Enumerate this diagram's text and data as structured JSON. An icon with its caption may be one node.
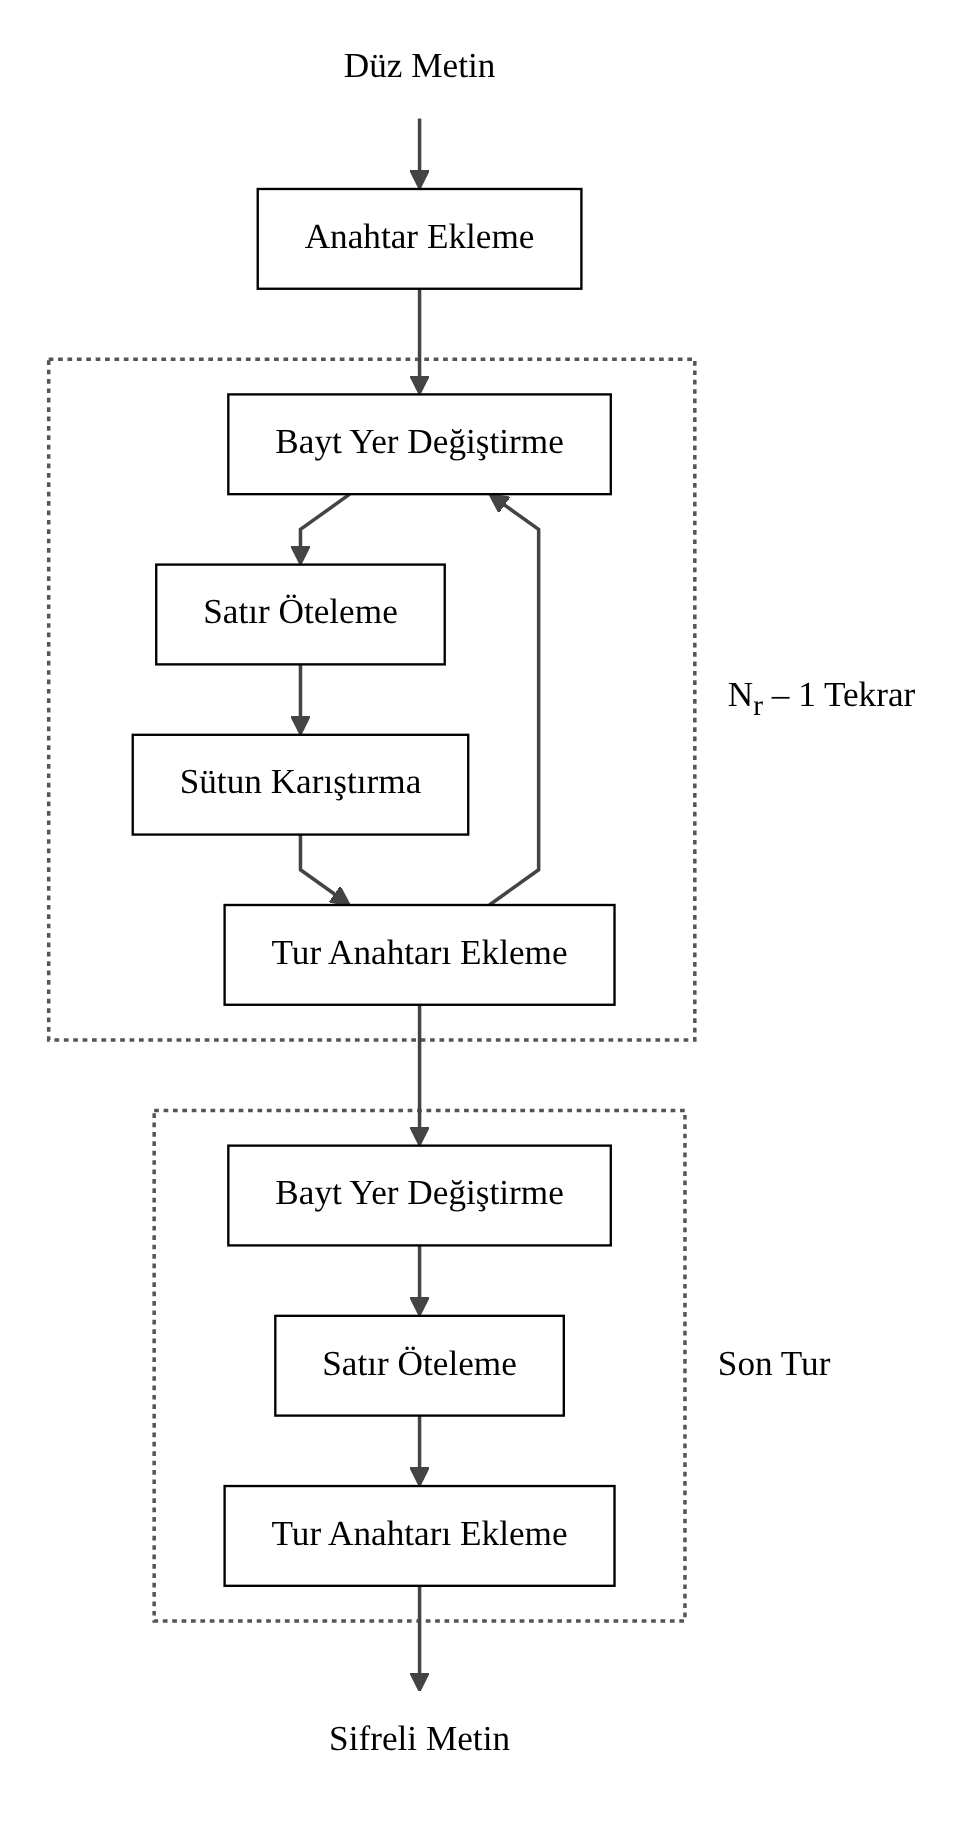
{
  "diagram": {
    "nodes": [
      {
        "text": [
          "Düz Metin"
        ]
      },
      {
        "text": [
          "Anahtar Ekleme"
        ]
      },
      {
        "text": [],
        "shape": "box",
        "beside": [
          "N$_{r}$ – 1 Tekrar"
        ]
      },
      {
        "text": [
          "Bayt Yer Değiştirme"
        ],
        "in": 2
      },
      {
        "text": [
          "Satır Öteleme"
        ],
        "in": 2
      },
      {
        "text": [
          "Sütun Karıştırma"
        ],
        "in": 2
      },
      {
        "text": [
          "Tur Anahtarı Ekleme"
        ],
        "in": 2
      },
      {
        "text": [],
        "shape": "box",
        "beside": [
          "Son Tur"
        ]
      },
      {
        "text": [
          "Bayt Yer Değiştirme"
        ],
        "in": 7
      },
      {
        "text": [
          "Satır Öteleme"
        ],
        "in": 7
      },
      {
        "text": [
          "Tur Anahtarı Ekleme"
        ],
        "in": 7
      },
      {
        "text": [
          "Sifreli Metin"
        ]
      }
    ],
    "edges": [
      {
        "from": 0,
        "to": 1,
        "arrow": "to"
      },
      {
        "from": 1,
        "to": 3,
        "arrow": "to"
      },
      {
        "from": 3,
        "to": 4,
        "arrow": "to"
      },
      {
        "from": 4,
        "to": 5,
        "arrow": "to"
      },
      {
        "from": 5,
        "to": 6,
        "arrow": "to"
      },
      {
        "from": 6,
        "to": 3,
        "arrow": "to"
      },
      {
        "from": 6,
        "to": 8,
        "arrow": "to"
      },
      {
        "from": 8,
        "to": 9,
        "arrow": "to"
      },
      {
        "from": 9,
        "to": 10,
        "arrow": "to"
      },
      {
        "from": 10,
        "to": 11,
        "arrow": "to"
      }
    ]
  }
}
